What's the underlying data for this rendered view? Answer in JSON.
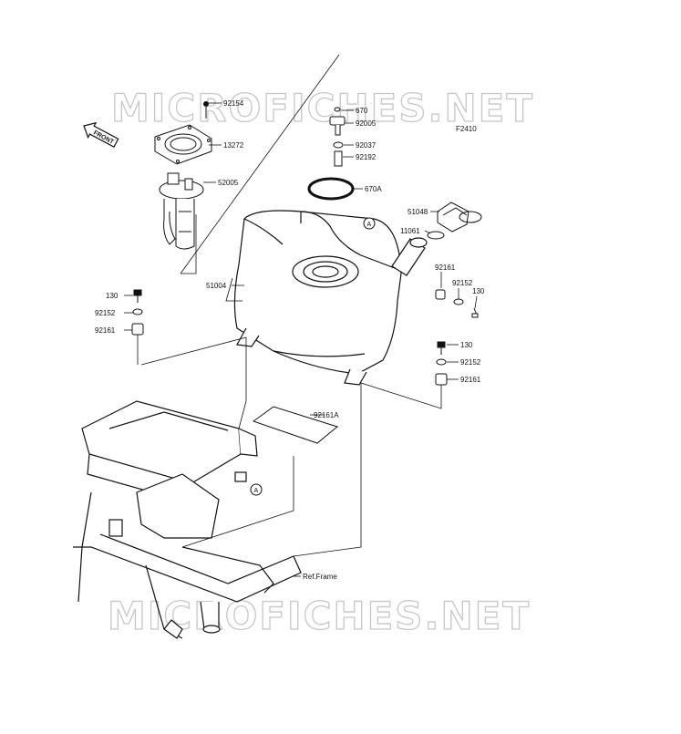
{
  "watermark": {
    "top": "MICROFICHES.NET",
    "bottom": "MICROFICHES.NET"
  },
  "diagram_code": "F2410",
  "front_label": "FRONT",
  "callout_letter": "A",
  "parts": {
    "p92154": "92154",
    "p13272": "13272",
    "p52005": "52005",
    "p670": "670",
    "p92005": "92005",
    "p92037": "92037",
    "p92192": "92192",
    "p670A": "670A",
    "p51048": "51048",
    "p11061": "11061",
    "p51004": "51004",
    "p92161_tank": "92161",
    "p92152_tank": "92152",
    "p130_tank": "130",
    "p130_left": "130",
    "p92152_left": "92152",
    "p92161_left": "92161",
    "p130_right": "130",
    "p92152_right": "92152",
    "p92161_right": "92161",
    "p92161A": "92161A",
    "ref_frame": "Ref.Frame"
  }
}
